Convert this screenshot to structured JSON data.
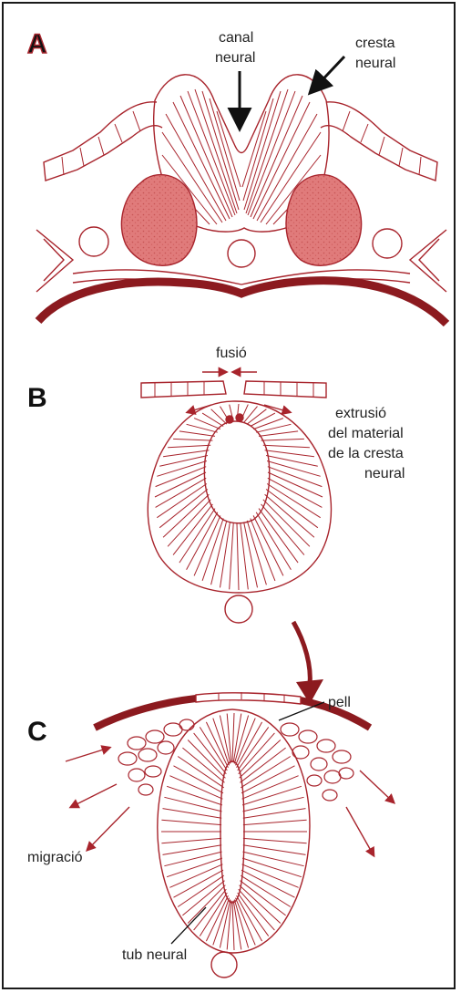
{
  "panels": [
    {
      "letter": "A"
    },
    {
      "letter": "B"
    },
    {
      "letter": "C"
    }
  ],
  "labels": {
    "canal_neural": [
      "canal",
      "neural"
    ],
    "cresta_neural": [
      "cresta",
      "neural"
    ],
    "fusio": "fusió",
    "extrusio": [
      "extrusió",
      "del material",
      "de la cresta",
      "neural"
    ],
    "pell": "pell",
    "migracio": "migració",
    "tub_neural": "tub neural"
  },
  "colors": {
    "line": "#a8242c",
    "fill": "#e58a8a",
    "dark": "#8c1a1f",
    "text": "#222222"
  }
}
